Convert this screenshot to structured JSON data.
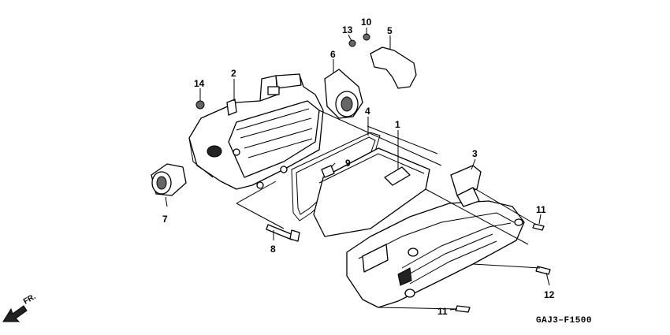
{
  "diagram": {
    "drawing_code": "GAJ3–F1500",
    "front_label": "FR.",
    "callouts": [
      {
        "id": "1",
        "label": "1"
      },
      {
        "id": "2",
        "label": "2"
      },
      {
        "id": "3",
        "label": "3"
      },
      {
        "id": "4",
        "label": "4"
      },
      {
        "id": "5",
        "label": "5"
      },
      {
        "id": "6",
        "label": "6"
      },
      {
        "id": "7",
        "label": "7"
      },
      {
        "id": "8",
        "label": "8"
      },
      {
        "id": "9",
        "label": "9"
      },
      {
        "id": "10",
        "label": "10"
      },
      {
        "id": "11a",
        "label": "11"
      },
      {
        "id": "11b",
        "label": "11"
      },
      {
        "id": "12",
        "label": "12"
      },
      {
        "id": "13",
        "label": "13"
      },
      {
        "id": "14",
        "label": "14"
      }
    ]
  }
}
